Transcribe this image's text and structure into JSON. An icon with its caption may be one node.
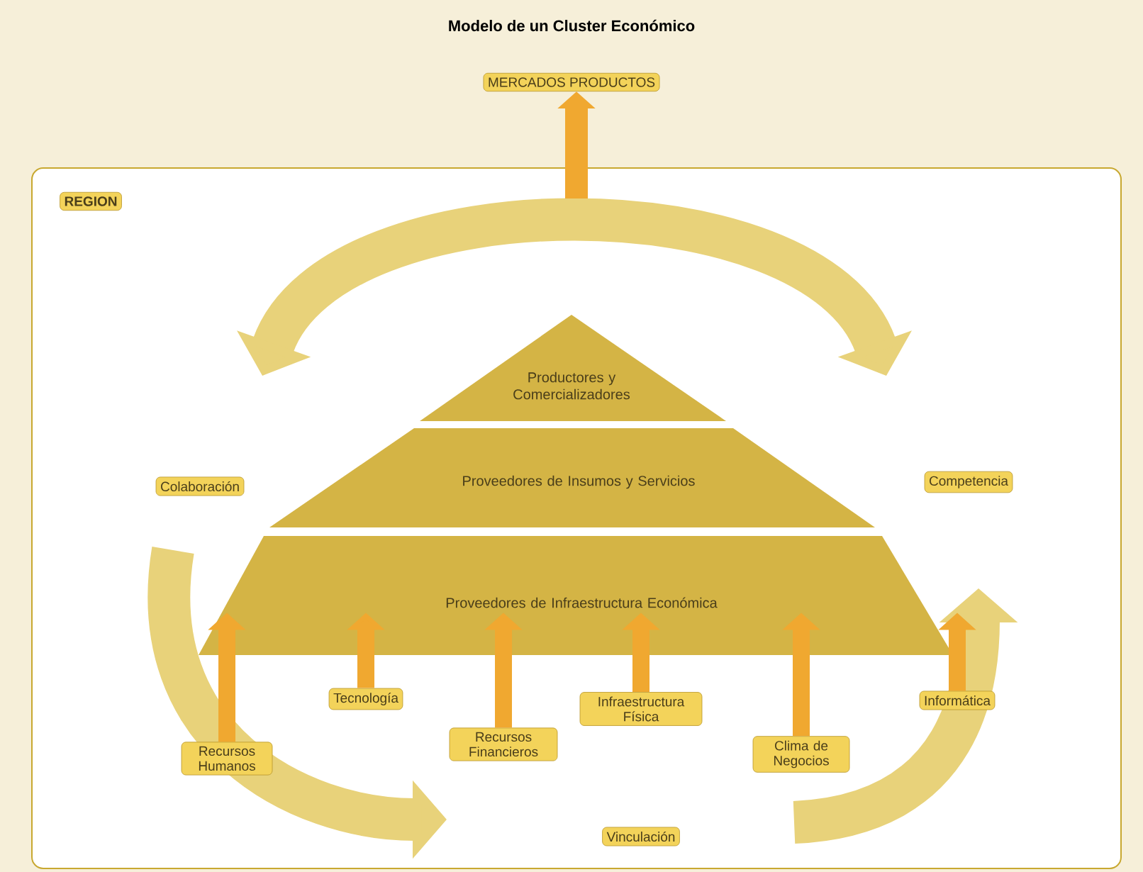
{
  "diagram": {
    "title": "Modelo de un Cluster Económico",
    "nodes": [
      {
        "text": [
          "MERCADOS PRODUCTOS"
        ]
      },
      {
        "text": [
          "REGION"
        ]
      },
      {
        "text": [
          "Productores y Comercializadores"
        ],
        "in": 1
      },
      {
        "text": [
          "Proveedores de Insumos y Servicios"
        ],
        "in": 1
      },
      {
        "text": [
          "Proveedores de Infraestructura Económica"
        ],
        "in": 1
      },
      {
        "text": [
          "Colaboración"
        ],
        "in": 1
      },
      {
        "text": [
          "Competencia"
        ],
        "in": 1
      },
      {
        "text": [
          "Recursos Humanos"
        ],
        "in": 1
      },
      {
        "text": [
          "Tecnología"
        ],
        "in": 1
      },
      {
        "text": [
          "Recursos Financieros"
        ],
        "in": 1
      },
      {
        "text": [
          "Infraestructura Física"
        ],
        "in": 1
      },
      {
        "text": [
          "Clima de Negocios"
        ],
        "in": 1
      },
      {
        "text": [
          "Informática"
        ],
        "in": 1
      },
      {
        "text": [
          "Vinculación"
        ],
        "in": 1
      }
    ],
    "edges": [
      {
        "from": 1,
        "to": 0,
        "arrow": "to"
      },
      {
        "from": 7,
        "to": 4,
        "arrow": "to"
      },
      {
        "from": 8,
        "to": 4,
        "arrow": "to"
      },
      {
        "from": 9,
        "to": 4,
        "arrow": "to"
      },
      {
        "from": 10,
        "to": 4,
        "arrow": "to"
      },
      {
        "from": 11,
        "to": 4,
        "arrow": "to"
      },
      {
        "from": 12,
        "to": 4,
        "arrow": "to"
      }
    ]
  }
}
